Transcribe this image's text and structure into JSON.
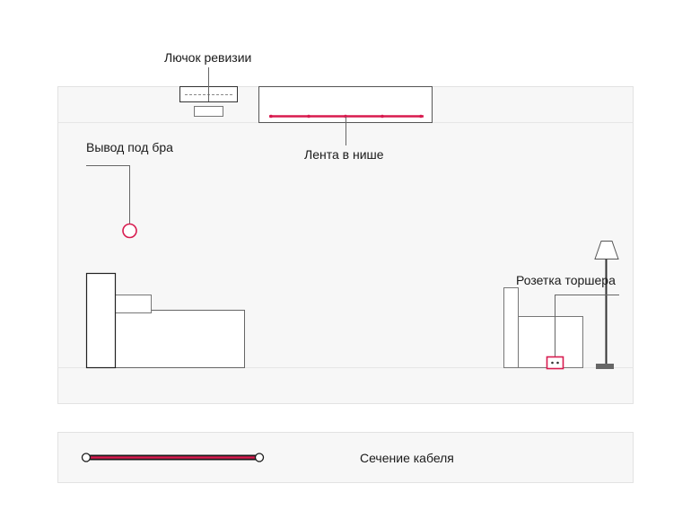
{
  "labels": {
    "hatch": "Лючок ревизии",
    "niche_strip": "Лента в нише",
    "sconce_outlet": "Вывод под бра",
    "lamp_socket": "Розетка торшера"
  },
  "legend": {
    "cable_section": "Сечение кабеля"
  },
  "colors": {
    "accent": "#d81b4f",
    "wall": "#f7f7f7",
    "wall_border": "#e2e2e2",
    "line": "#555555",
    "lamp_base": "#666666"
  }
}
